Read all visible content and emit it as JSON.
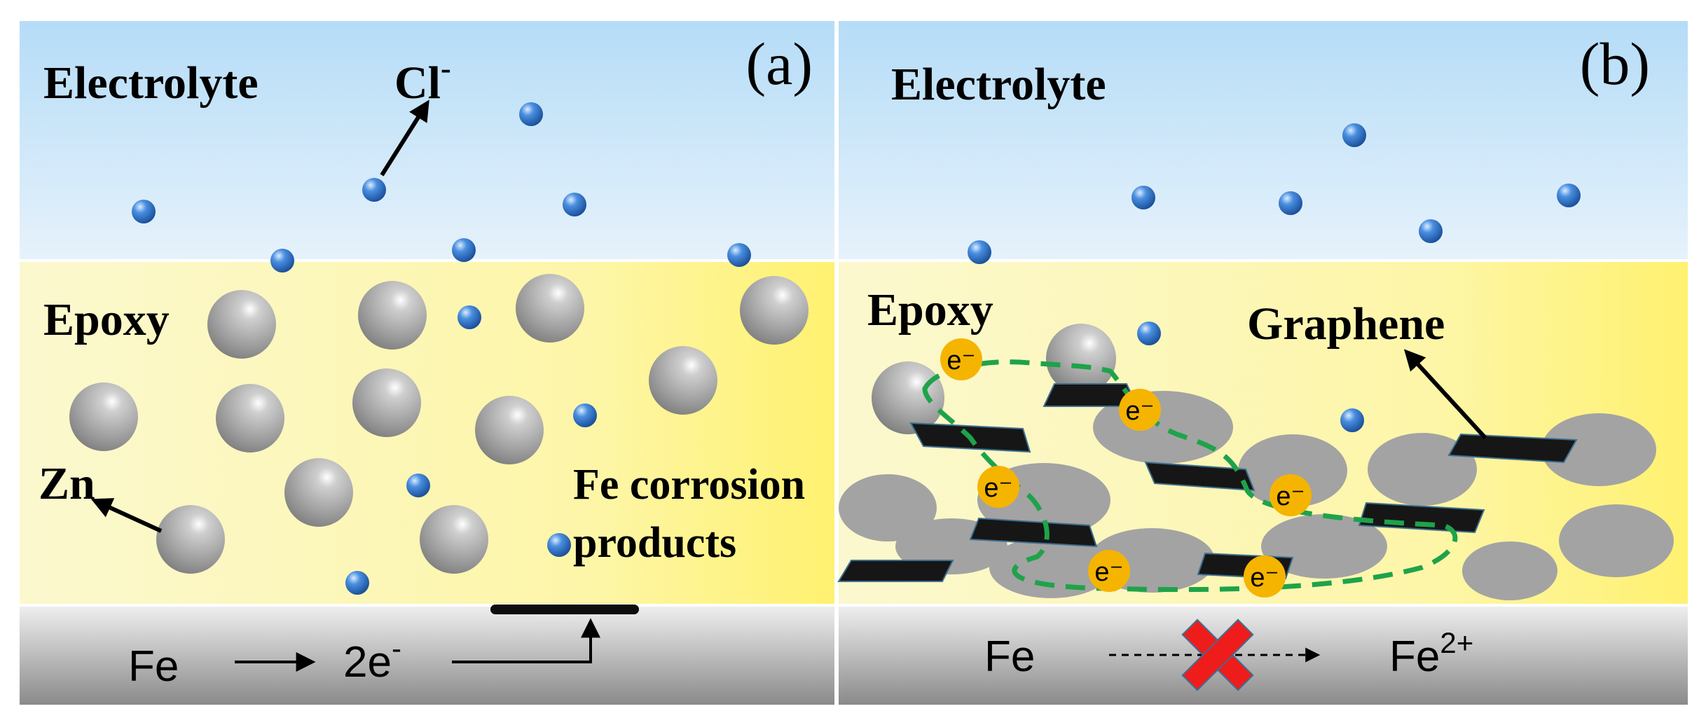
{
  "panel_a": {
    "label": "(a)",
    "electrolyte_label": "Electrolyte",
    "chloride_label": "Cl",
    "chloride_charge": "-",
    "epoxy_label": "Epoxy",
    "zn_label": "Zn",
    "corrosion_label_line1": "Fe corrosion",
    "corrosion_label_line2": "products",
    "reaction_reactant": "Fe",
    "reaction_product": "2e",
    "reaction_product_charge": "-"
  },
  "panel_b": {
    "label": "(b)",
    "electrolyte_label": "Electrolyte",
    "epoxy_label": "Epoxy",
    "graphene_label": "Graphene",
    "electron_label": "e⁻",
    "reaction_reactant": "Fe",
    "reaction_product": "Fe",
    "reaction_product_charge": "2+",
    "blocked_symbol": "red-cross-icon"
  },
  "colors": {
    "electrolyte_top": "#b5dcf7",
    "electrolyte_bottom": "#e3f1fb",
    "epoxy_left": "#fbf7c4",
    "epoxy_right": "#fff27a",
    "metal_top": "#e8e8e8",
    "metal_bottom": "#8d8d8d",
    "ion": "#2f73c9",
    "zinc": "#a9a9a9",
    "electron": "#f5b400",
    "conduction_path": "#1ea34a",
    "graphene": "#1a1a1a",
    "cross": "#ef1c1c"
  }
}
